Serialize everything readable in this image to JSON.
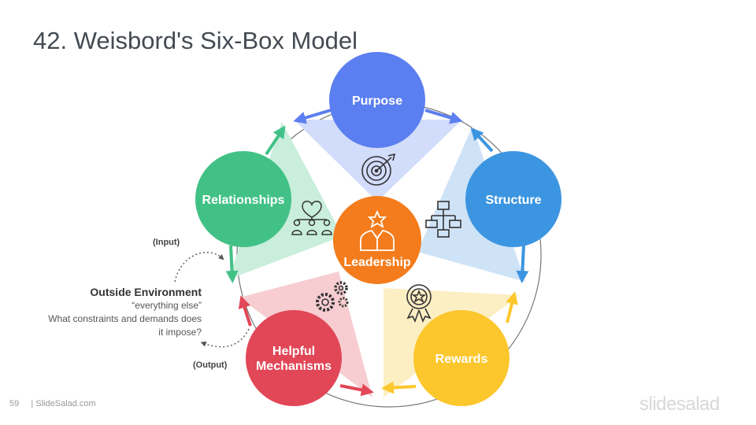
{
  "title": "42. Weisbord's Six-Box Model",
  "center": {
    "label": "Leadership",
    "color": "#f47c1c"
  },
  "boxes": [
    {
      "label": "Purpose",
      "color": "#5b7ff0",
      "fill": "#d2dcfb",
      "icon": "target-icon"
    },
    {
      "label": "Structure",
      "color": "#3c95e0",
      "fill": "#cfe3f7",
      "icon": "org-chart-icon"
    },
    {
      "label": "Rewards",
      "color": "#fcc72c",
      "fill": "#fdefc4",
      "icon": "award-badge-icon"
    },
    {
      "label_lines": [
        "Helpful",
        "Mechanisms"
      ],
      "color": "#e14757",
      "fill": "#f7cdd1",
      "icon": "gears-icon"
    },
    {
      "label": "Relationships",
      "color": "#42c187",
      "fill": "#c9eedb",
      "icon": "handshake-team-icon"
    }
  ],
  "environment": {
    "heading": "Outside Environment",
    "quote": "“everything else”",
    "question_line1": "What constraints and demands does",
    "question_line2": "it impose?"
  },
  "input_label": "(Input)",
  "output_label": "(Output)",
  "footer": {
    "page": "59",
    "brand": "| SlideSalad.com"
  },
  "logo": "slidesalad"
}
